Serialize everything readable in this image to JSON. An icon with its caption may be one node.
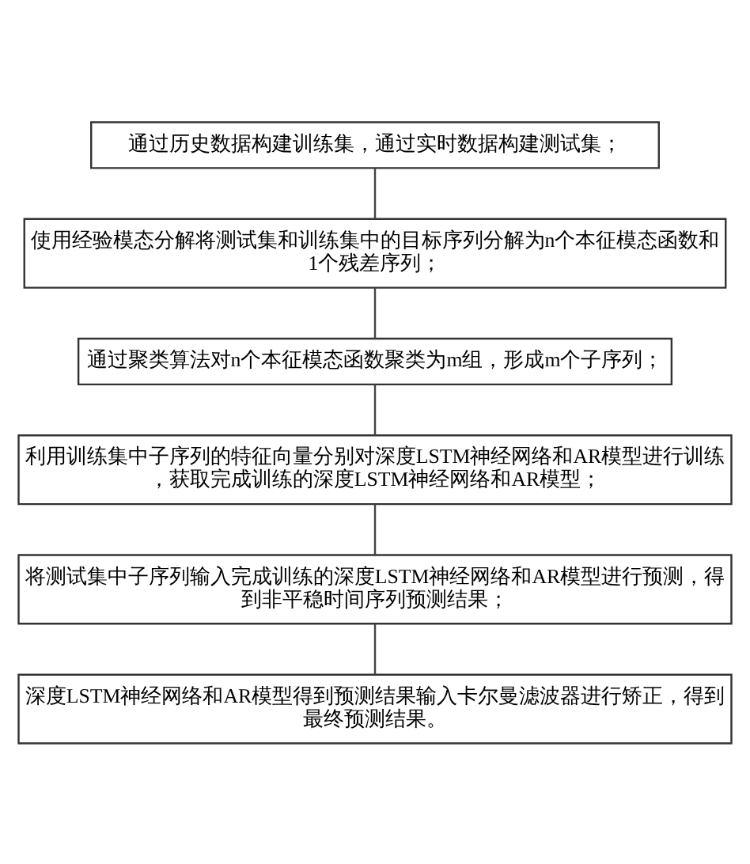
{
  "diagram": {
    "nodes": [
      {
        "text": [
          "通过历史数据构建训练集，通过实时数据构建测试集；"
        ]
      },
      {
        "text": [
          "使用经验模态分解将测试集和训练集中的目标序列分解为n个本征模态函数和1个残差序列；"
        ]
      },
      {
        "text": [
          "通过聚类算法对n个本征模态函数聚类为m组，形成m个子序列；"
        ]
      },
      {
        "text": [
          "利用训练集中子序列的特征向量分别对深度LSTM神经网络和AR模型进行训练，获取完成训练的深度LSTM神经网络和AR模型；"
        ]
      },
      {
        "text": [
          "将测试集中子序列输入完成训练的深度LSTM神经网络和AR模型进行预测，得到非平稳时间序列预测结果；"
        ]
      },
      {
        "text": [
          "深度LSTM神经网络和AR模型得到预测结果输入卡尔曼滤波器进行矫正，得到最终预测结果。"
        ]
      }
    ],
    "edges": [
      {
        "from": 0,
        "to": 1,
        "arrow": "none"
      },
      {
        "from": 1,
        "to": 2,
        "arrow": "none"
      },
      {
        "from": 2,
        "to": 3,
        "arrow": "none"
      },
      {
        "from": 3,
        "to": 4,
        "arrow": "none"
      },
      {
        "from": 4,
        "to": 5,
        "arrow": "none"
      }
    ]
  }
}
